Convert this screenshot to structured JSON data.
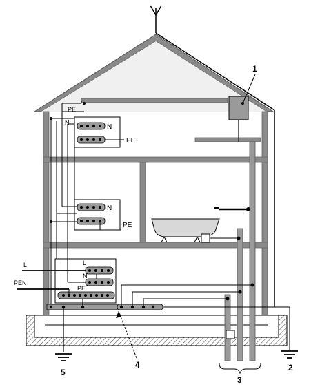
{
  "callouts": {
    "c1": "1",
    "c2": "2",
    "c3": "3",
    "c4": "4",
    "c5": "5"
  },
  "labels": {
    "pe_top": "PE",
    "n_roof": "N",
    "n_attic_bar": "N",
    "pe_attic_bar": "PE",
    "n_middle_bar": "N",
    "pe_middle_bar": "PE",
    "l_input": "L",
    "pen_input": "PEN",
    "l_bar": "L",
    "n_ground_bar": "N",
    "pe_ground_bar": "PE"
  },
  "colors": {
    "wall": "#8a8a8a",
    "roof_fill": "#f0f0f0",
    "line": "#000000",
    "bar": "#9a9a9a",
    "foundation_hatch": "#444444"
  }
}
